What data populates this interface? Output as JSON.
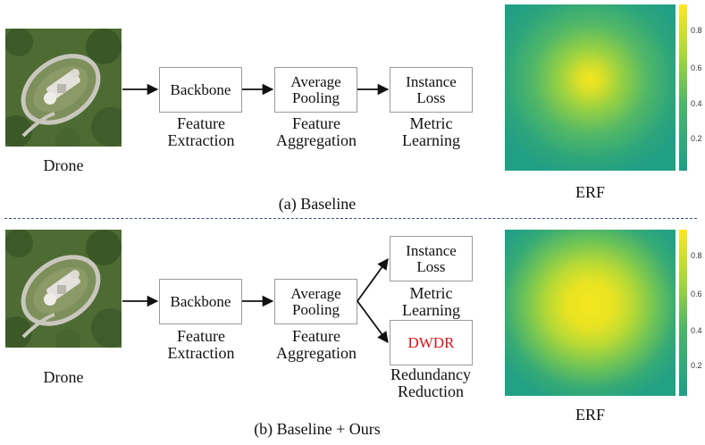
{
  "panel_a": {
    "caption": "(a) Baseline",
    "drone_label": "Drone",
    "boxes": {
      "backbone": "Backbone",
      "pooling_1": "Average",
      "pooling_2": "Pooling",
      "loss_1": "Instance",
      "loss_2": "Loss"
    },
    "stages": {
      "feature_extraction_1": "Feature",
      "feature_extraction_2": "Extraction",
      "feature_aggregation_1": "Feature",
      "feature_aggregation_2": "Aggregation",
      "metric_learning_1": "Metric",
      "metric_learning_2": "Learning"
    },
    "erf_label": "ERF",
    "colorbar_ticks": [
      "0.8",
      "0.6",
      "0.4",
      "0.2"
    ]
  },
  "panel_b": {
    "caption": "(b) Baseline + Ours",
    "drone_label": "Drone",
    "boxes": {
      "backbone": "Backbone",
      "pooling_1": "Average",
      "pooling_2": "Pooling",
      "loss_1": "Instance",
      "loss_2": "Loss",
      "dwdr": "DWDR"
    },
    "stages": {
      "feature_extraction_1": "Feature",
      "feature_extraction_2": "Extraction",
      "feature_aggregation_1": "Feature",
      "feature_aggregation_2": "Aggregation",
      "metric_learning_1": "Metric",
      "metric_learning_2": "Learning",
      "redundancy_reduction_1": "Redundancy",
      "redundancy_reduction_2": "Reduction"
    },
    "erf_label": "ERF",
    "colorbar_ticks": [
      "0.8",
      "0.6",
      "0.4",
      "0.2"
    ]
  },
  "colors": {
    "box_border": "#9a9a9a",
    "dwdr_text": "#e0121a",
    "divider": "#3a4f7a",
    "erf_colormap": [
      "#2a9d8f",
      "#35b779",
      "#90d743",
      "#fde725"
    ]
  }
}
